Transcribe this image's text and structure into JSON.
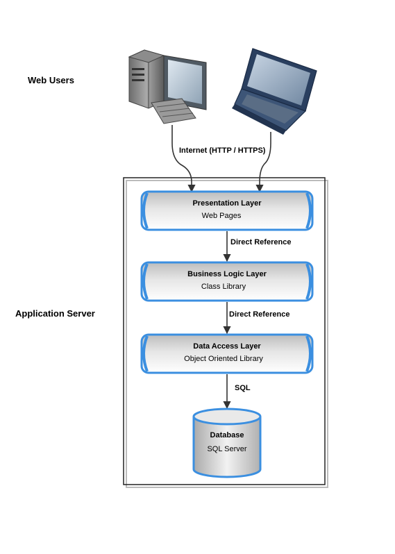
{
  "side_labels": {
    "web_users": "Web Users",
    "application_server": "Application Server"
  },
  "edges": {
    "internet": "Internet (HTTP / HTTPS)",
    "direct_ref_1": "Direct Reference",
    "direct_ref_2": "Direct Reference",
    "sql": "SQL"
  },
  "layers": [
    {
      "title": "Presentation Layer",
      "subtitle": "Web Pages"
    },
    {
      "title": "Business Logic Layer",
      "subtitle": "Class Library"
    },
    {
      "title": "Data Access Layer",
      "subtitle": "Object Oriented Library"
    }
  ],
  "database": {
    "title": "Database",
    "subtitle": "SQL Server"
  },
  "icons": [
    "desktop-computer-icon",
    "laptop-icon",
    "database-cylinder-icon"
  ],
  "colors": {
    "accent": "#3b8fe0",
    "frame": "#222222",
    "fill_light": "#f4f4f4",
    "fill_dark": "#c8c8c8"
  }
}
